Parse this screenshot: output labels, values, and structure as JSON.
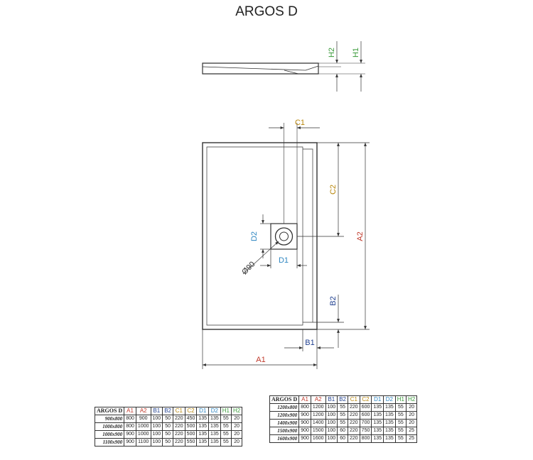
{
  "title": "ARGOS D",
  "colors": {
    "A1": "#c0392b",
    "A2": "#c0392b",
    "B1": "#1f3f8f",
    "B2": "#1f3f8f",
    "C1": "#b8860b",
    "C2": "#b8860b",
    "D1": "#2e86c1",
    "D2": "#2e86c1",
    "H1": "#3a9a3a",
    "H2": "#3a9a3a",
    "line": "#333333"
  },
  "labels": {
    "H2": "H2",
    "H1": "H1",
    "C1": "C1",
    "C2": "C2",
    "A2": "A2",
    "D2": "D2",
    "D1": "D1",
    "diameter": "Ø90",
    "B2": "B2",
    "B1": "B1",
    "A1": "A1"
  },
  "table_left": {
    "headers": [
      "ARGOS D",
      "A1",
      "A2",
      "B1",
      "B2",
      "C1",
      "C2",
      "D1",
      "D2",
      "H1",
      "H2"
    ],
    "rows": [
      [
        "900x800",
        "800",
        "900",
        "100",
        "50",
        "220",
        "450",
        "135",
        "135",
        "55",
        "20"
      ],
      [
        "1000x800",
        "800",
        "1000",
        "100",
        "50",
        "220",
        "500",
        "135",
        "135",
        "55",
        "20"
      ],
      [
        "1000x900",
        "900",
        "1000",
        "100",
        "50",
        "220",
        "500",
        "135",
        "135",
        "55",
        "20"
      ],
      [
        "1100x900",
        "900",
        "1100",
        "100",
        "50",
        "220",
        "550",
        "135",
        "135",
        "55",
        "20"
      ]
    ]
  },
  "table_right": {
    "headers": [
      "ARGOS D",
      "A1",
      "A2",
      "B1",
      "B2",
      "C1",
      "C2",
      "D1",
      "D2",
      "H1",
      "H2"
    ],
    "rows": [
      [
        "1200x800",
        "800",
        "1200",
        "100",
        "55",
        "220",
        "600",
        "135",
        "135",
        "55",
        "20"
      ],
      [
        "1200x900",
        "900",
        "1200",
        "100",
        "55",
        "220",
        "600",
        "135",
        "135",
        "55",
        "20"
      ],
      [
        "1400x900",
        "900",
        "1400",
        "100",
        "55",
        "220",
        "700",
        "135",
        "135",
        "55",
        "20"
      ],
      [
        "1500x900",
        "900",
        "1500",
        "100",
        "60",
        "220",
        "750",
        "135",
        "135",
        "55",
        "25"
      ],
      [
        "1600x900",
        "900",
        "1600",
        "100",
        "60",
        "220",
        "800",
        "135",
        "135",
        "55",
        "25"
      ]
    ]
  }
}
